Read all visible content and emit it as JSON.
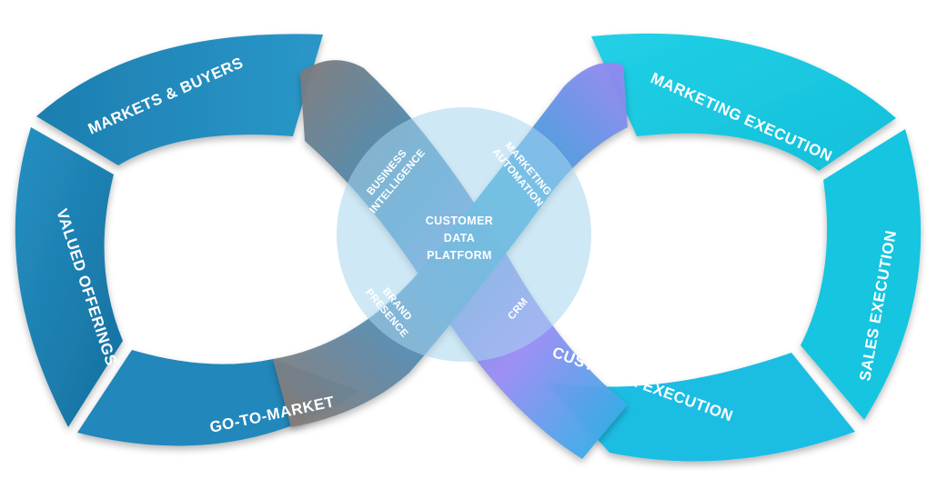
{
  "segments": {
    "markets_buyers": "MARKETS & BUYERS",
    "valued_offerings": "VALUED OFFERINGS",
    "go_to_market": "GO-TO-MARKET",
    "marketing_execution": "MARKETING EXECUTION",
    "sales_execution": "SALES EXECUTION",
    "customer_execution": "CUSTOMER EXECUTION"
  },
  "hub": {
    "business": "BUSINESS",
    "intelligence": "INTELLIGENCE",
    "marketing": "MARKETING",
    "automation": "AUTOMATION",
    "brand": "BRAND",
    "presence": "PRESENCE",
    "crm": "CRM"
  },
  "center": {
    "line1": "CUSTOMER",
    "line2": "DATA",
    "line3": "PLATFORM"
  },
  "colors": {
    "left_loop": "#1a7fb0",
    "right_loop": "#1cc9e0",
    "cross_purple": "#9b8cf5",
    "cross_brown": "#8a7c72",
    "hub_circle": "#a7d6ee"
  }
}
